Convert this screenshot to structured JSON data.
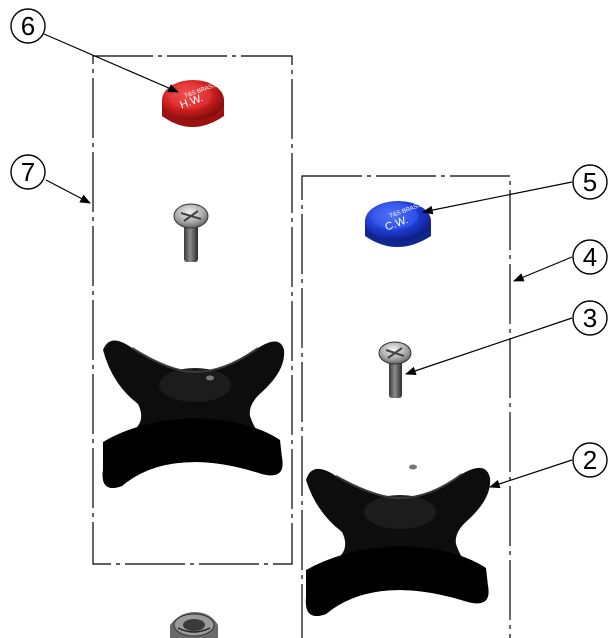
{
  "callouts": [
    "6",
    "7",
    "5",
    "4",
    "3",
    "2"
  ],
  "caps": {
    "hot": {
      "label": "H.W.",
      "ring_text": "T&S BRASS",
      "color": "#d42020"
    },
    "cold": {
      "label": "C.W.",
      "ring_text": "T&S BRASS",
      "color": "#1f3fd8"
    }
  }
}
